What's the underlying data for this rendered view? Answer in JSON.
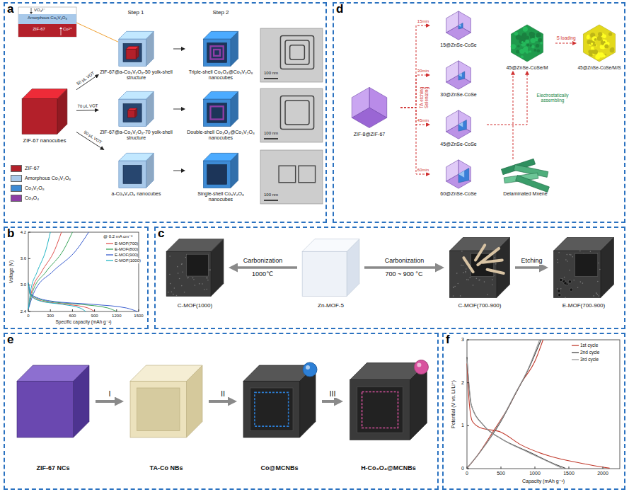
{
  "diagram": {
    "nodes": [
      {
        "text": [
          "a"
        ]
      },
      {
        "text": [
          "d"
        ]
      },
      {
        "text": [
          "b"
        ]
      },
      {
        "text": [
          "c"
        ]
      },
      {
        "text": [
          "e"
        ]
      },
      {
        "text": [
          "f"
        ]
      },
      {
        "text": [
          "ZIF-67 nanocubes"
        ],
        "in": 0
      },
      {
        "text": [
          "ZIF-67@a-Co₃V₂O₈-50 yolk-shell structure"
        ],
        "in": 0
      },
      {
        "text": [
          "ZIF-67@a-Co₃V₂O₈-70 yolk-shell structure"
        ],
        "in": 0
      },
      {
        "text": [
          "a-Co₃V₂O₈ nanocubes"
        ],
        "in": 0
      },
      {
        "text": [
          "Triple-shell Co₃O₄@Co₃V₂O₈ nanocubes"
        ],
        "in": 0
      },
      {
        "text": [
          "Double-shell Co₃O₄@Co₃V₂O₈ nanocubes"
        ],
        "in": 0
      },
      {
        "text": [
          "Single-shell Co₃V₂O₈ nanocubes"
        ],
        "in": 0
      },
      {
        "text": [
          "ZIF-8@ZIF-67"
        ],
        "in": 1
      },
      {
        "text": [
          "15@ZnSe-CoSe"
        ],
        "in": 1
      },
      {
        "text": [
          "30@ZnSe-CoSe"
        ],
        "in": 1
      },
      {
        "text": [
          "45@ZnSe-CoSe"
        ],
        "in": 1
      },
      {
        "text": [
          "60@ZnSe-CoSe"
        ],
        "in": 1
      },
      {
        "text": [
          "Delaminated Mxene"
        ],
        "in": 1
      },
      {
        "text": [
          "45@ZnSe-CoSe/M"
        ],
        "in": 1
      },
      {
        "text": [
          "45@ZnSe-CoSe/M/S"
        ],
        "in": 1
      },
      {
        "text": [
          "C-MOF(1000)"
        ],
        "in": 3
      },
      {
        "text": [
          "Zn-MOF-5"
        ],
        "in": 3
      },
      {
        "text": [
          "C-MOF(700-900)"
        ],
        "in": 3
      },
      {
        "text": [
          "E-MOF(700-900)"
        ],
        "in": 3
      },
      {
        "text": [
          "ZIF-67 NCs"
        ],
        "in": 4
      },
      {
        "text": [
          "TA-Co NBs"
        ],
        "in": 4
      },
      {
        "text": [
          "Co@MCNBs"
        ],
        "in": 4
      },
      {
        "text": [
          "H-Co₃O₄@MCNBs"
        ],
        "in": 4
      }
    ],
    "edges": [
      {
        "from": 6,
        "to": 7,
        "arrow": "to",
        "label": "50 μL VOT"
      },
      {
        "from": 6,
        "to": 8,
        "arrow": "to",
        "label": "70 μL VOT"
      },
      {
        "from": 6,
        "to": 9,
        "arrow": "to",
        "label": "90 μL VOT"
      },
      {
        "from": 7,
        "to": 10,
        "arrow": "to"
      },
      {
        "from": 8,
        "to": 11,
        "arrow": "to"
      },
      {
        "from": 9,
        "to": 12,
        "arrow": "to"
      },
      {
        "from": 13,
        "to": 14,
        "arrow": "to",
        "label": "15min"
      },
      {
        "from": 13,
        "to": 15,
        "arrow": "to",
        "label": "30min"
      },
      {
        "from": 13,
        "to": 16,
        "arrow": "to",
        "label": "45min"
      },
      {
        "from": 13,
        "to": 17,
        "arrow": "to",
        "label": "60min"
      },
      {
        "from": 16,
        "to": 19,
        "arrow": "to",
        "label": "Electrostatically assembling"
      },
      {
        "from": 18,
        "to": 19,
        "arrow": "to"
      },
      {
        "from": 19,
        "to": 20,
        "arrow": "to",
        "label": "S loading"
      },
      {
        "from": 22,
        "to": 21,
        "arrow": "to",
        "label": "Carbonization"
      },
      {
        "from": 22,
        "to": 23,
        "arrow": "to",
        "label": "Carbonization"
      },
      {
        "from": 23,
        "to": 24,
        "arrow": "to",
        "label": "Etching"
      },
      {
        "from": 25,
        "to": 26,
        "arrow": "to",
        "label": "I"
      },
      {
        "from": 26,
        "to": 27,
        "arrow": "to",
        "label": "II"
      },
      {
        "from": 27,
        "to": 28,
        "arrow": "to",
        "label": "III"
      }
    ],
    "labels": [
      "Step 1",
      "Step 2",
      "VO₄³⁻",
      "Amorphous Co₃V₂O₈",
      "ZIF-67",
      "Co²⁺",
      "100 nm",
      "100 nm",
      "100 nm",
      "TA etching Selenizing",
      "4.2",
      "3.6",
      "3.0",
      "2.4",
      "0",
      "300",
      "600",
      "900",
      "1200",
      "1500",
      "Voltage (V)",
      "Specific capacity (mAh g⁻¹)",
      "@ 0.2 mA cm⁻²",
      "1000℃",
      "700 ~ 900 °C",
      "3",
      "2",
      "1",
      "0",
      "0",
      "500",
      "1000",
      "1500",
      "2000",
      "Potential (V vs. Li/Li⁺)",
      "Capacity (mAh g⁻¹)"
    ],
    "legend": [
      {
        "text": "ZIF-67",
        "color": "#b3202a"
      },
      {
        "text": "Amorphous Co₃V₂O₈",
        "color": "#a8c9ea"
      },
      {
        "text": "Co₃V₂O₈",
        "color": "#3d8ad4"
      },
      {
        "text": "Co₃O₄",
        "color": "#8e3ea6"
      },
      {
        "text": "E-MOF(700)"
      },
      {
        "text": "E-MOF(800)"
      },
      {
        "text": "E-MOF(900)"
      },
      {
        "text": "C-MOF(1000)"
      },
      {
        "text": "1st cycle"
      },
      {
        "text": "2nd cycle"
      },
      {
        "text": "3rd cycle"
      }
    ]
  }
}
